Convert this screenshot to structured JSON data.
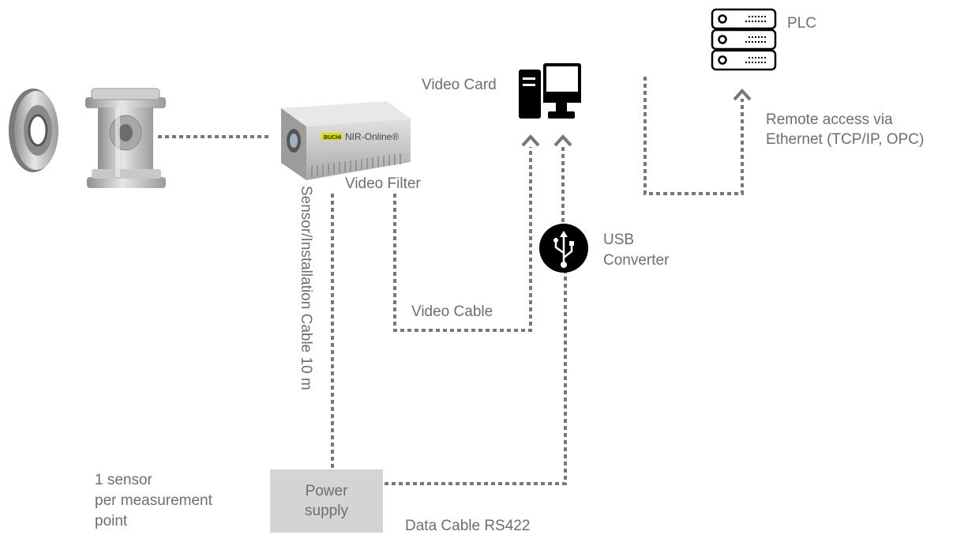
{
  "labels": {
    "plc": "PLC",
    "video_card": "Video Card",
    "remote_access_line1": "Remote access via",
    "remote_access_line2": "Ethernet (TCP/IP, OPC)",
    "video_filter": "Video Filter",
    "sensor_cable": "Sensor/Installation Cable 10 m",
    "usb_line1": "USB",
    "usb_line2": "Converter",
    "video_cable": "Video Cable",
    "sensor_note_line1": "1 sensor",
    "sensor_note_line2": "per measurement",
    "sensor_note_line3": "point",
    "power_line1": "Power",
    "power_line2": "supply",
    "data_cable": "Data Cable RS422",
    "device_brand": "NIR-Online",
    "device_badge": "BUCHI"
  },
  "colors": {
    "line": "#777777",
    "text": "#6e6e6e",
    "icon": "#000000",
    "power_box": "#d4d4d4",
    "steel": "#b8b8b8",
    "badge": "#d8e000"
  },
  "icons": [
    "sensor-window-icon",
    "flow-cell-icon",
    "nir-device-icon",
    "computer-icon",
    "server-rack-icon",
    "usb-icon"
  ]
}
